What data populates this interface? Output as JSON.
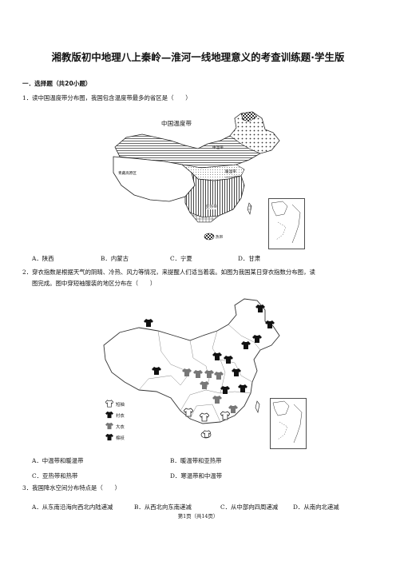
{
  "title": "湘教版初中地理八上秦岭—淮河一线地理意义的考查训练题·学生版",
  "section": "一．选择题（共20小题）",
  "questions": [
    {
      "stem": "1．读中国温度带分布图，我国包含温度带最多的省区是（　　）",
      "map": {
        "title": "中国温度带",
        "labels": [
          "青藏高原区",
          "中温带",
          "暖温带",
          "亚热带",
          "热带"
        ]
      },
      "options": [
        "A．陕西",
        "B．内蒙古",
        "C．宁夏",
        "D．甘肃"
      ]
    },
    {
      "stem_line1": "2．穿衣指数是根据天气的阴晴、冷热、风力等情况，来提醒人们适当着装。如图为我国某日穿衣指数分布图，读",
      "stem_line2": "图完成。图中穿短袖服装的地区分布在（　　）",
      "legend": [
        "短袖",
        "衬衣",
        "大衣",
        "棉袄"
      ],
      "options": [
        "A．中温带和暖温带",
        "B．暖温带和亚热带",
        "C．亚热带和热带",
        "D．寒温带和中温带"
      ]
    },
    {
      "stem": "3．我国降水空间分布特点是（　　）",
      "options": [
        "A．从东南沿海向西北内陆递减",
        "B．从西北向东南递减",
        "C．从中部向四周递减",
        "D．从南向北递减"
      ]
    }
  ],
  "footer": "第1页（共14页）"
}
